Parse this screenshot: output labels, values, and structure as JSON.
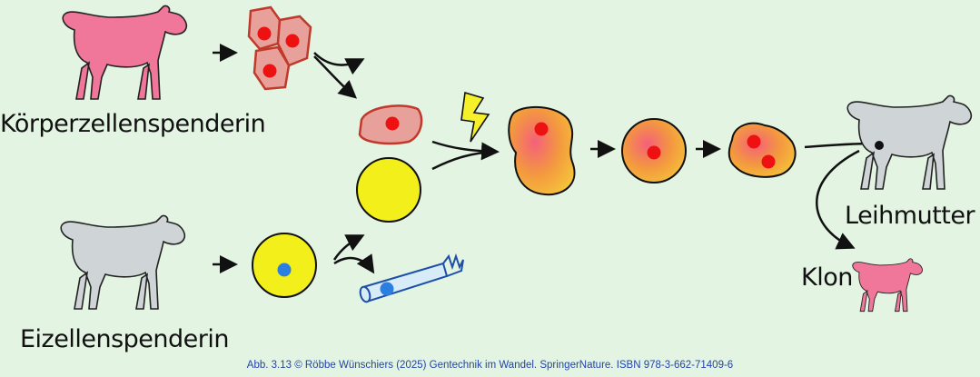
{
  "labels": {
    "body_cell_donor": "Körperzellenspenderin",
    "egg_cell_donor": "Eizellenspenderin",
    "surrogate_mother": "Leihmutter",
    "clone": "Klon"
  },
  "caption": "Abb. 3.13 © Röbbe Wünschiers (2025) Gentechnik im Wandel. SpringerNature. ISBN 978-3-662-71409-6",
  "colors": {
    "background": "#e3f4e3",
    "pink_sheep": "#f0779a",
    "grey_sheep": "#cfd5d6",
    "body_cell": "#e8a09a",
    "nucleus_red": "#ee1111",
    "egg_yellow": "#f2ef1a",
    "nucleus_blue": "#2b7fe0",
    "embryo_orange": "#f39a3e",
    "lightning": "#f5f02a",
    "caption_blue": "#2244aa"
  }
}
